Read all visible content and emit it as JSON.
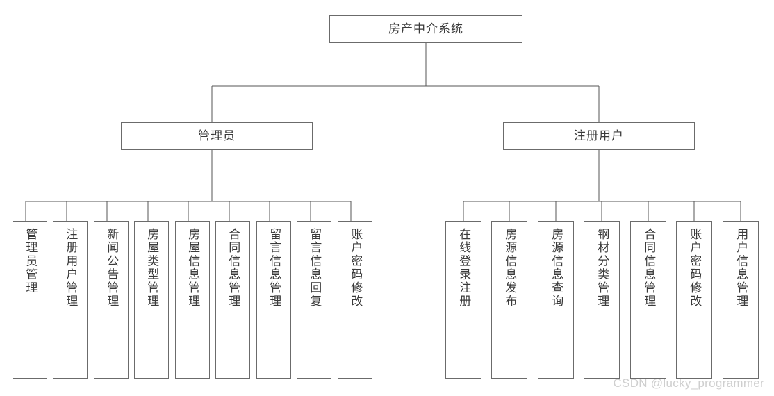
{
  "diagram": {
    "type": "hierarchy-tree",
    "title": "房产中介系统",
    "watermark": "CSDN @lucky_programmer",
    "colors": {
      "box_border": "#6b6b6b",
      "connector": "#555555",
      "text": "#3a3a3a",
      "background": "#ffffff",
      "watermark": "#cfcfcf"
    },
    "root": {
      "label": "房产中介系统"
    },
    "branches": [
      {
        "label": "管理员",
        "leaves": [
          {
            "label": "管理员管理"
          },
          {
            "label": "注册用户管理"
          },
          {
            "label": "新闻公告管理"
          },
          {
            "label": "房屋类型管理"
          },
          {
            "label": "房屋信息管理"
          },
          {
            "label": "合同信息管理"
          },
          {
            "label": "留言信息管理"
          },
          {
            "label": "留言信息回复"
          },
          {
            "label": "账户密码修改"
          }
        ]
      },
      {
        "label": "注册用户",
        "leaves": [
          {
            "label": "在线登录注册"
          },
          {
            "label": "房源信息发布"
          },
          {
            "label": "房源信息查询"
          },
          {
            "label": "钢材分类管理"
          },
          {
            "label": "合同信息管理"
          },
          {
            "label": "账户密码修改"
          },
          {
            "label": "用户信息管理"
          }
        ]
      }
    ]
  }
}
